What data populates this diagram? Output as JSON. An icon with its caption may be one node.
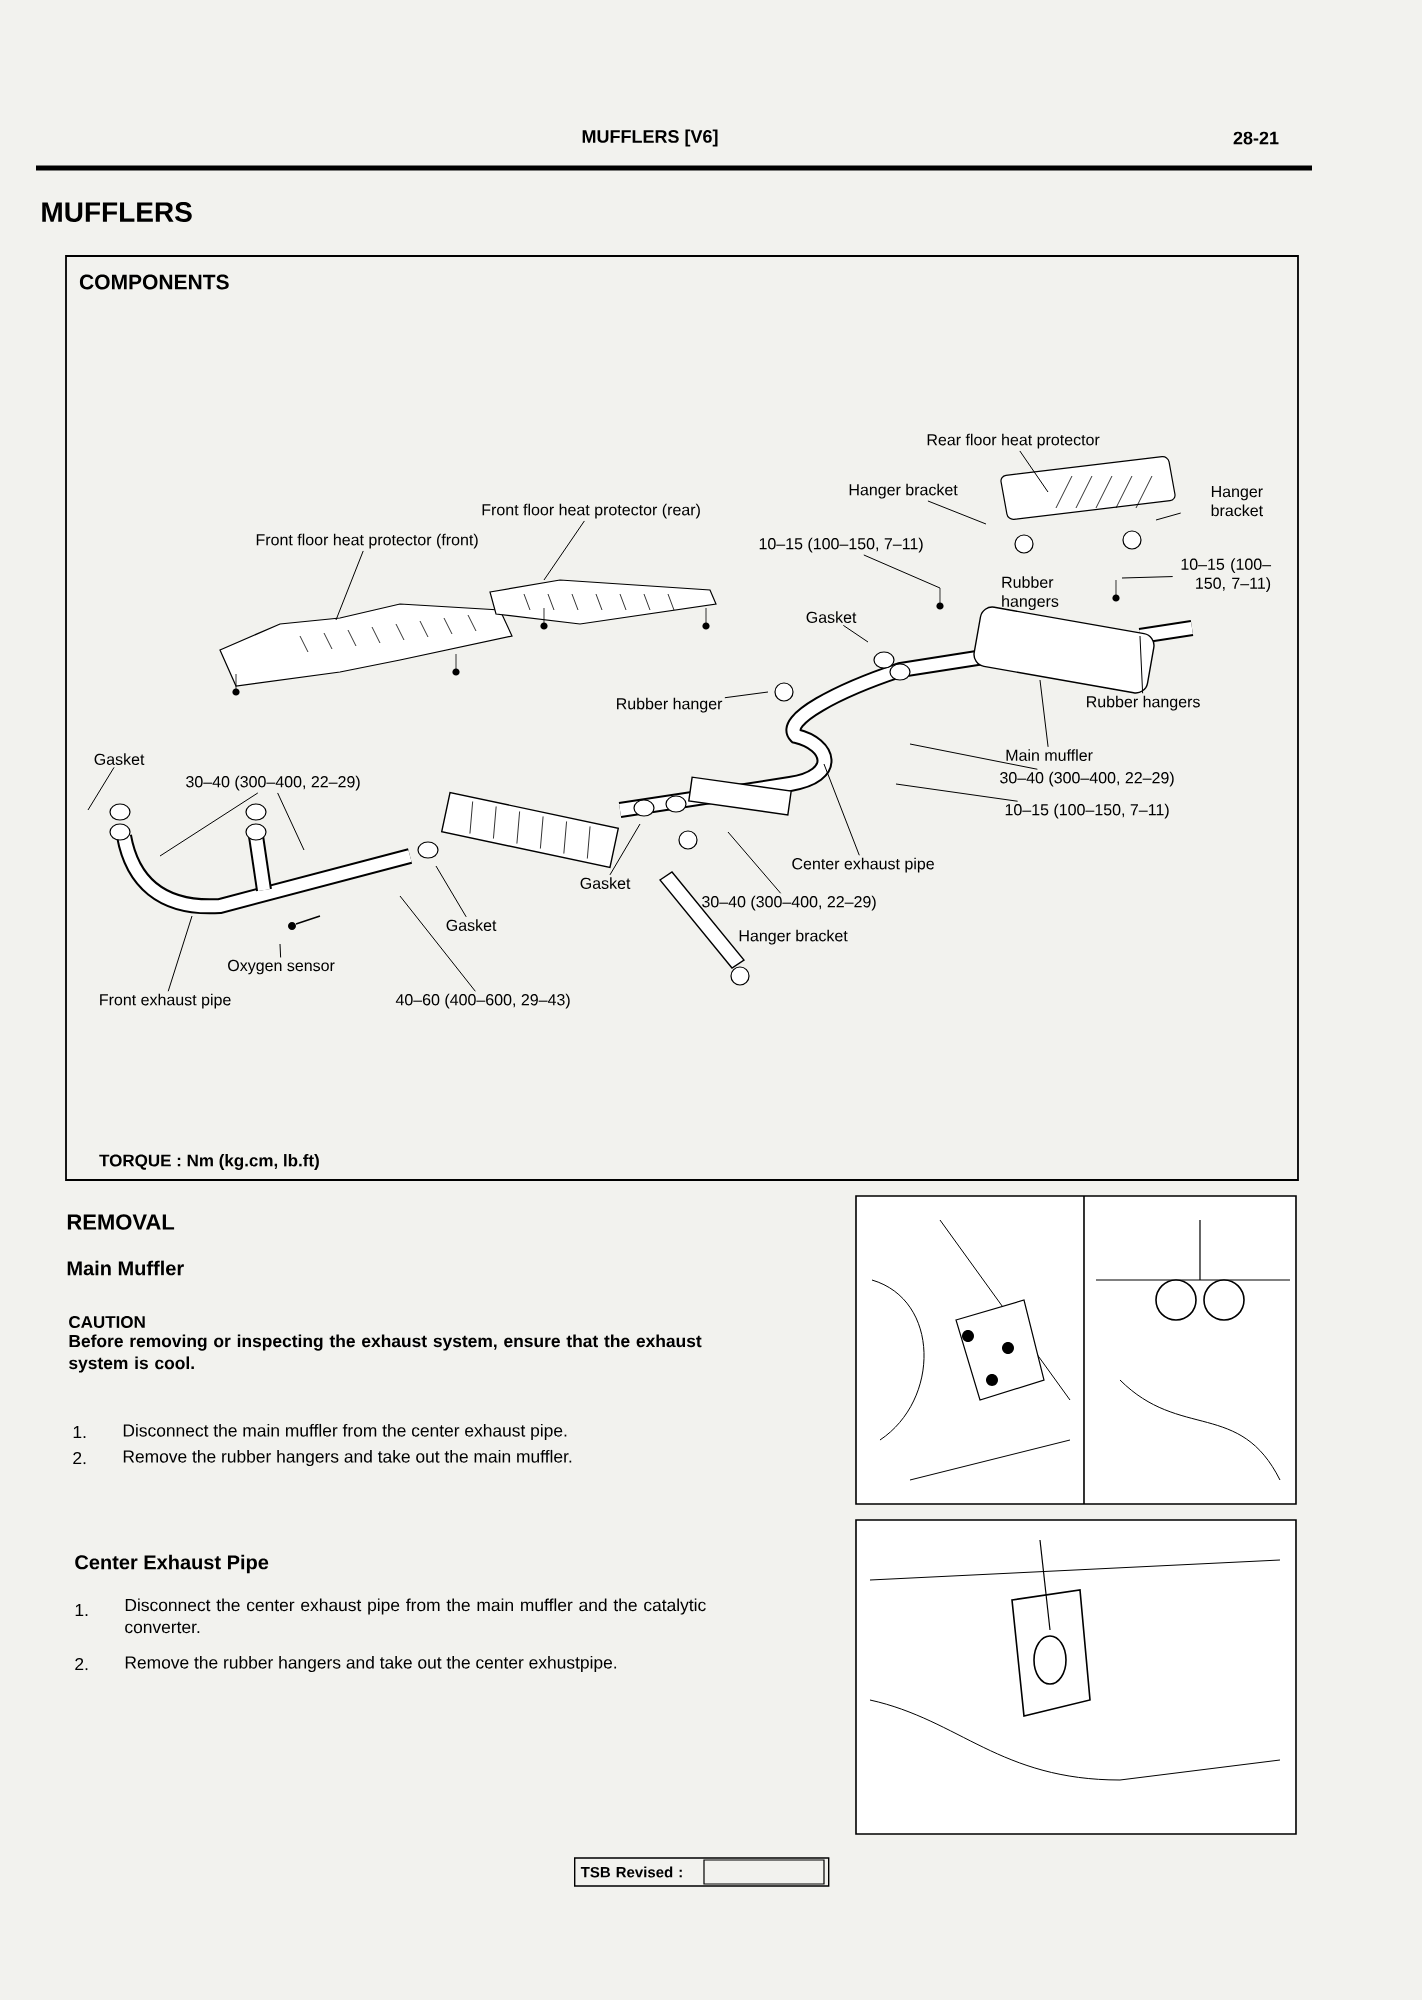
{
  "diagram": {
    "title": "MUFFLERS",
    "nodes": [
      {
        "text": [
          "COMPONENTS",
          "TORQUE : Nm (kg.cm, lb.ft)"
        ]
      },
      {
        "text": [
          "Rear floor heat protector"
        ],
        "in": 0
      },
      {
        "text": [
          "Hanger bracket"
        ],
        "in": 0
      },
      {
        "text": [
          "Hanger bracket"
        ],
        "in": 0
      },
      {
        "text": [
          "Front floor heat protector (rear)"
        ],
        "in": 0
      },
      {
        "text": [
          "Front floor heat protector (front)"
        ],
        "in": 0
      },
      {
        "text": [
          "10–15 (100–150, 7–11)"
        ],
        "in": 0
      },
      {
        "text": [
          "Rubber hangers"
        ],
        "in": 0
      },
      {
        "text": [
          "10–15 (100–150, 7–11)"
        ],
        "in": 0
      },
      {
        "text": [
          "Gasket"
        ],
        "in": 0
      },
      {
        "text": [
          "Rubber hanger"
        ],
        "in": 0
      },
      {
        "text": [
          "Rubber hangers"
        ],
        "in": 0
      },
      {
        "text": [
          "Main muffler"
        ],
        "in": 0
      },
      {
        "text": [
          "Gasket"
        ],
        "in": 0
      },
      {
        "text": [
          "30–40 (300–400, 22–29)"
        ],
        "in": 0
      },
      {
        "text": [
          "30–40 (300–400, 22–29)"
        ],
        "in": 0
      },
      {
        "text": [
          "10–15 (100–150, 7–11)"
        ],
        "in": 0
      },
      {
        "text": [
          "Center exhaust pipe"
        ],
        "in": 0
      },
      {
        "text": [
          "Gasket"
        ],
        "in": 0
      },
      {
        "text": [
          "Gasket"
        ],
        "in": 0
      },
      {
        "text": [
          "30–40 (300–400, 22–29)"
        ],
        "in": 0
      },
      {
        "text": [
          "Hanger bracket"
        ],
        "in": 0
      },
      {
        "text": [
          "Oxygen sensor"
        ],
        "in": 0
      },
      {
        "text": [
          "Front exhaust pipe"
        ],
        "in": 0
      },
      {
        "text": [
          "40–60 (400–600, 29–43)"
        ],
        "in": 0
      },
      {
        "text": [
          "TSB Revised :"
        ]
      }
    ],
    "edges": [
      {
        "from": 1,
        "to": null,
        "arrow": "none"
      },
      {
        "from": 2,
        "to": null,
        "arrow": "none"
      },
      {
        "from": 3,
        "to": null,
        "arrow": "none"
      },
      {
        "from": 4,
        "to": null,
        "arrow": "none"
      },
      {
        "from": 5,
        "to": null,
        "arrow": "none"
      },
      {
        "from": 6,
        "to": null,
        "arrow": "none"
      },
      {
        "from": 8,
        "to": null,
        "arrow": "none"
      },
      {
        "from": 9,
        "to": null,
        "arrow": "none"
      },
      {
        "from": 10,
        "to": null,
        "arrow": "none"
      },
      {
        "from": 11,
        "to": null,
        "arrow": "none"
      },
      {
        "from": 12,
        "to": null,
        "arrow": "none"
      },
      {
        "from": 13,
        "to": null,
        "arrow": "none"
      },
      {
        "from": 14,
        "to": null,
        "arrow": "none"
      },
      {
        "from": 15,
        "to": null,
        "arrow": "none"
      },
      {
        "from": 15,
        "to": null,
        "arrow": "none"
      },
      {
        "from": 16,
        "to": null,
        "arrow": "none"
      },
      {
        "from": 17,
        "to": null,
        "arrow": "none"
      },
      {
        "from": 18,
        "to": null,
        "arrow": "none"
      },
      {
        "from": 19,
        "to": null,
        "arrow": "none"
      },
      {
        "from": 20,
        "to": null,
        "arrow": "none"
      },
      {
        "from": 22,
        "to": null,
        "arrow": "none"
      },
      {
        "from": 23,
        "to": null,
        "arrow": "none"
      },
      {
        "from": 24,
        "to": null,
        "arrow": "none"
      }
    ],
    "labels": [
      "MUFFLERS [V6]",
      "28-21",
      "REMOVAL",
      "Main Muffler",
      "CAUTION",
      "Before removing or inspecting the exhaust system, ensure that the exhaust system is cool.",
      "1.",
      "Disconnect the main muffler from the center exhaust pipe.",
      "2.",
      "Remove the rubber hangers and take out the main muffler.",
      "Center Exhaust Pipe",
      "1.",
      "Disconnect the center exhaust pipe from the main muffler and the catalytic converter.",
      "2.",
      "Remove the rubber hangers and take out the center exhustpipe."
    ]
  }
}
